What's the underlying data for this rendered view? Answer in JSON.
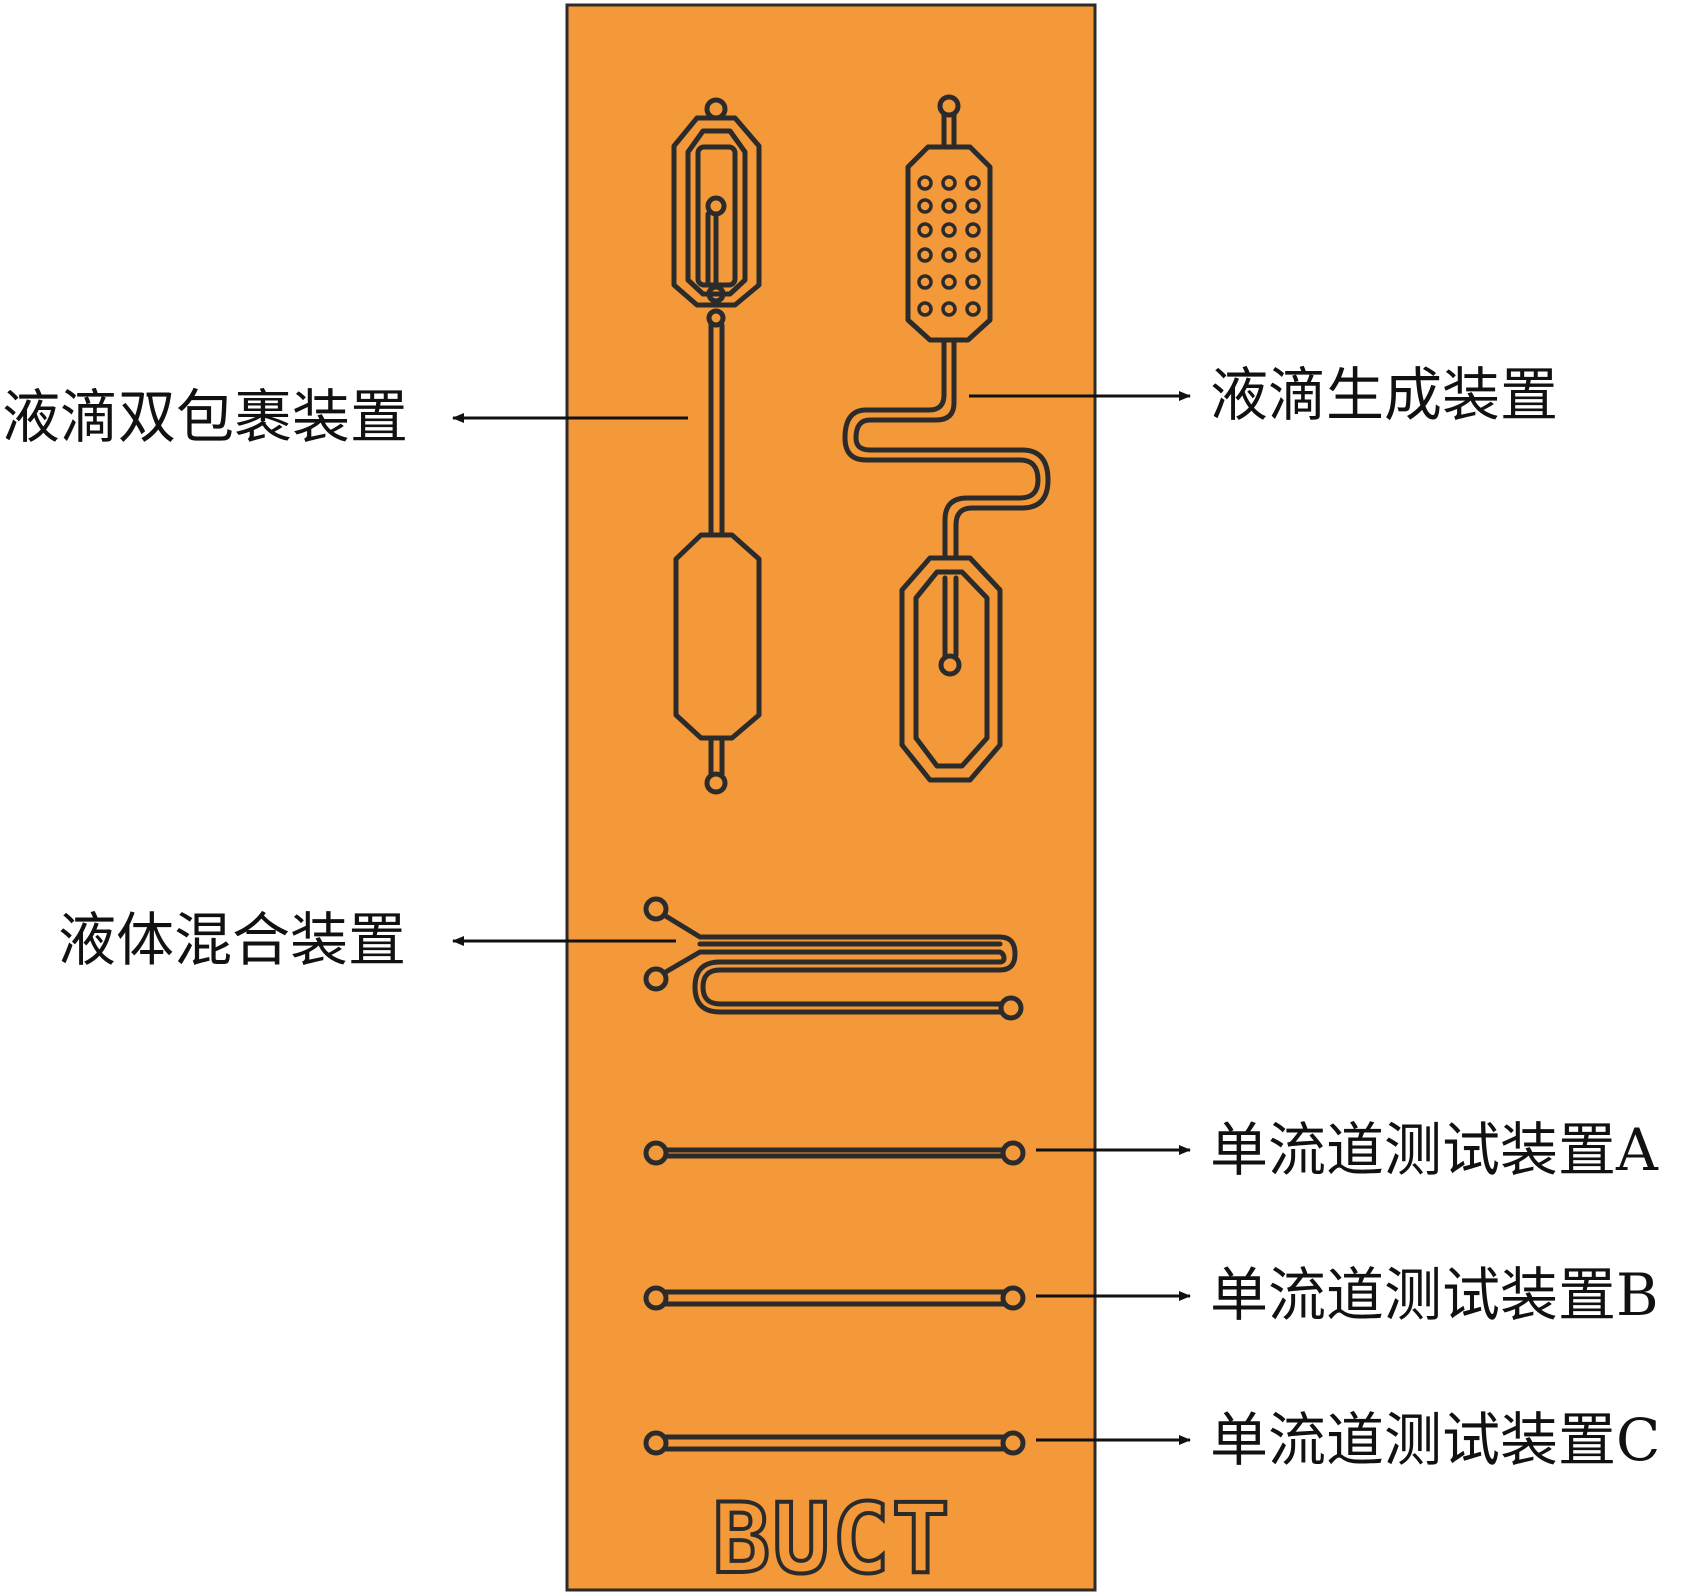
{
  "chip": {
    "fill_color": "#F4993A",
    "edge_color": "#2b2b2b",
    "channel_color": "#2b2b2b",
    "logo_text": "BUCT"
  },
  "labels": {
    "double_emulsion": "液滴双包裹装置",
    "droplet_generation": "液滴生成装置",
    "mixing": "液体混合装置",
    "single_channel_a": "单流道测试装置A",
    "single_channel_b": "单流道测试装置B",
    "single_channel_c": "单流道测试装置C"
  }
}
